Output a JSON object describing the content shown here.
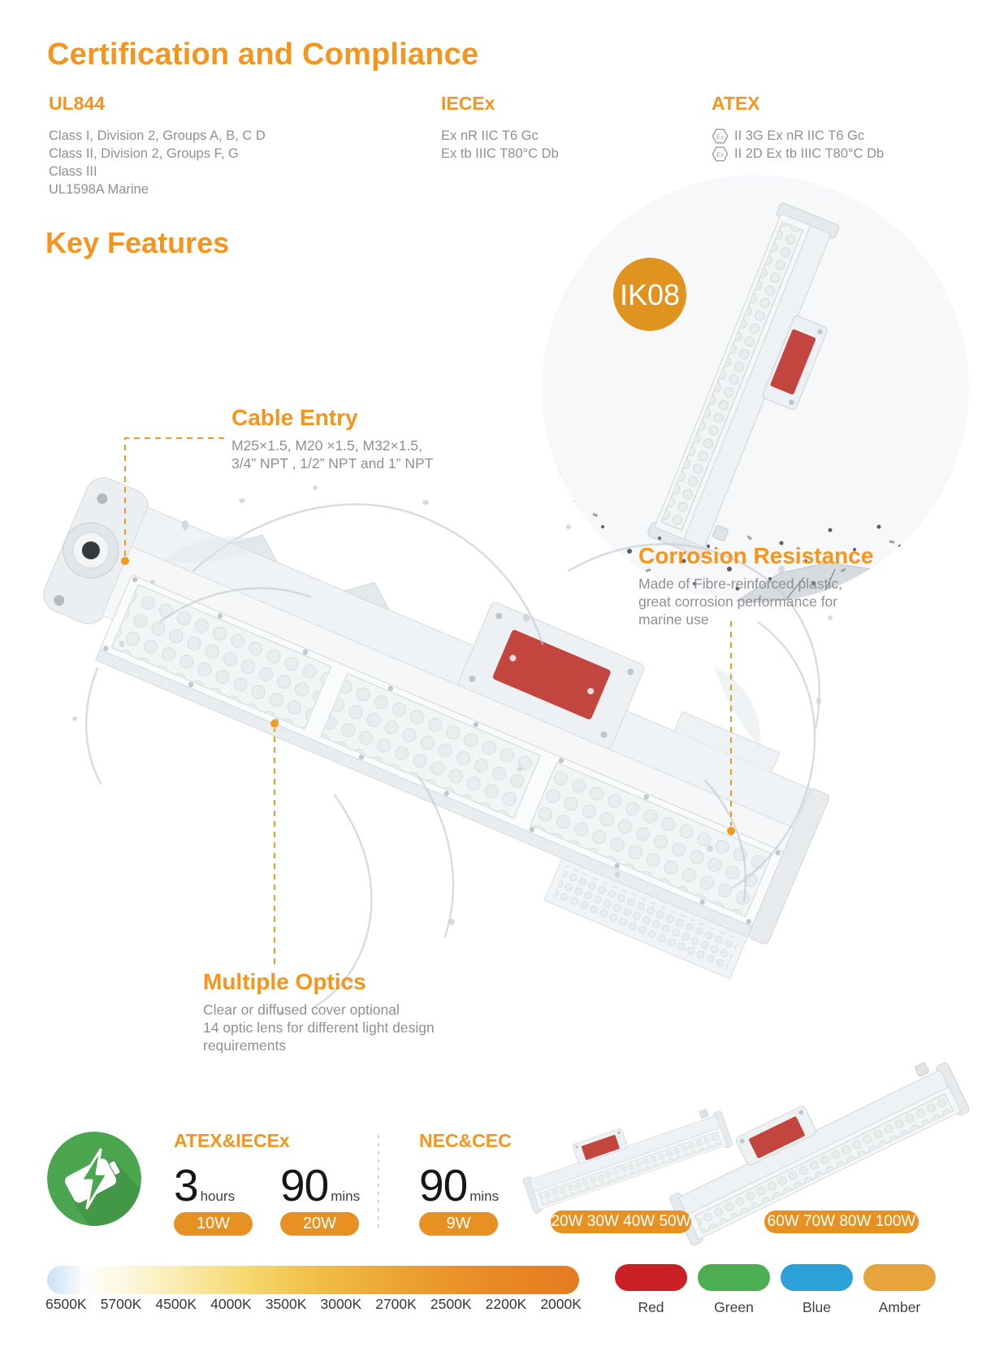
{
  "page": {
    "section1_title": "Certification and Compliance",
    "section2_title": "Key Features"
  },
  "certifications": {
    "ul": {
      "name": "UL844",
      "lines": [
        "Class I, Division 2, Groups A, B, C D",
        "Class II, Division 2, Groups F, G",
        "Class III",
        "UL1598A Marine"
      ]
    },
    "iecex": {
      "name": "IECEx",
      "lines": [
        "Ex nR IIC T6 Gc",
        "Ex tb IIIC T80°C  Db"
      ]
    },
    "atex": {
      "name": "ATEX",
      "ex_symbol": "Ex",
      "lines": [
        "II 3G Ex nR IIC T6 Gc",
        "II 2D Ex tb IIIC T80°C Db"
      ]
    }
  },
  "badges": {
    "impact_rating": "IK08"
  },
  "features": {
    "cable_entry": {
      "title": "Cable Entry",
      "lines": [
        "M25×1.5, M20 ×1.5, M32×1.5,",
        "3/4” NPT , 1/2” NPT and 1” NPT"
      ]
    },
    "corrosion": {
      "title": "Corrosion Resistance",
      "lines": [
        "Made of Fibre-reinforced plastic,",
        "great corrosion performance for",
        "marine use"
      ]
    },
    "optics": {
      "title": "Multiple Optics",
      "lines": [
        "Clear or diffused cover optional",
        "14 optic lens for different light design",
        "requirements"
      ]
    }
  },
  "emergency": {
    "atex_iecex": {
      "title": "ATEX&IECEx",
      "options": [
        {
          "value": "3",
          "unit": "hours",
          "power": "10W"
        },
        {
          "value": "90",
          "unit": "mins",
          "power": "20W"
        }
      ]
    },
    "nec_cec": {
      "title": "NEC&CEC",
      "options": [
        {
          "value": "90",
          "unit": "mins",
          "power": "9W"
        }
      ]
    }
  },
  "products": {
    "small_badge": "20W 30W 40W 50W",
    "large_badge": "60W 70W 80W 100W"
  },
  "cct": {
    "labels": [
      "6500K",
      "5700K",
      "4500K",
      "4000K",
      "3500K",
      "3000K",
      "2700K",
      "2500K",
      "2200K",
      "2000K"
    ]
  },
  "color_options": [
    {
      "label": "Red",
      "color": "#cb2026"
    },
    {
      "label": "Green",
      "color": "#4cae50"
    },
    {
      "label": "Blue",
      "color": "#2d9fd9"
    },
    {
      "label": "Amber",
      "color": "#e7a33c"
    }
  ],
  "theme": {
    "accent_orange": "#f7941d",
    "pill_orange": "#e79122",
    "body_gray": "#8d9196",
    "battery_green": "#4ba64f",
    "red_plate": "#c2453e"
  }
}
